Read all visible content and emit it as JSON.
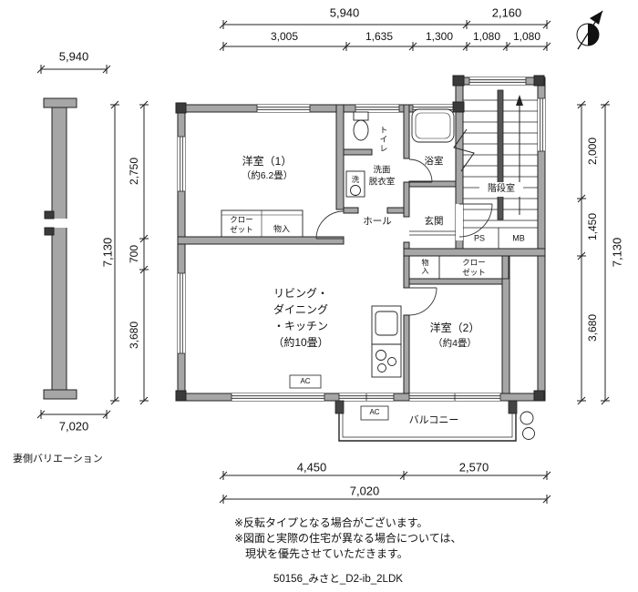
{
  "dimensions": {
    "top_row1": [
      "5,940",
      "2,160"
    ],
    "top_row2": [
      "3,005",
      "1,635",
      "1,300",
      "1,080",
      "1,080"
    ],
    "left_inner": [
      "2,750",
      "700",
      "3,680"
    ],
    "left_outer": "7,130",
    "right_inner": [
      "2,000",
      "1,450",
      "3,680"
    ],
    "right_outer": "7,130",
    "bottom_row1": [
      "4,450",
      "2,570"
    ],
    "bottom_row2": "7,020",
    "side_top": "5,940",
    "side_bottom": "7,020"
  },
  "side_view": {
    "caption": "妻側バリエーション"
  },
  "rooms": {
    "room1_name": "洋室（1）",
    "room1_size": "（約6.2畳）",
    "toilet": "トイレ",
    "washroom_line1": "洗面",
    "washroom_line2": "脱衣室",
    "washer": "洗",
    "bathroom": "浴室",
    "stairwell": "階段室",
    "entrance": "玄関",
    "hall": "ホール",
    "closet1_line1": "クロー",
    "closet1_line2": "ゼット",
    "storage1": "物入",
    "ldk_line1": "リビング・",
    "ldk_line2": "ダイニング",
    "ldk_line3": "・キッチン",
    "ldk_line4": "（約10畳）",
    "storage2": "物入",
    "closet2_line1": "クロー",
    "closet2_line2": "ゼット",
    "room2_name": "洋室（2）",
    "room2_size": "（約4畳）",
    "balcony": "バルコニー",
    "ps": "PS",
    "mb": "MB",
    "ac1": "AC",
    "ac2": "AC"
  },
  "notes": {
    "line1": "※反転タイプとなる場合がございます。",
    "line2": "※図面と実際の住宅が異なる場合については、",
    "line3": "現状を優先させていただきます。"
  },
  "footer": {
    "plan_id": "50156_みさと_D2-ib_2LDK"
  },
  "colors": {
    "wall_fill": "#a6a6a6",
    "line": "#222222",
    "column": "#3a3a3a"
  }
}
